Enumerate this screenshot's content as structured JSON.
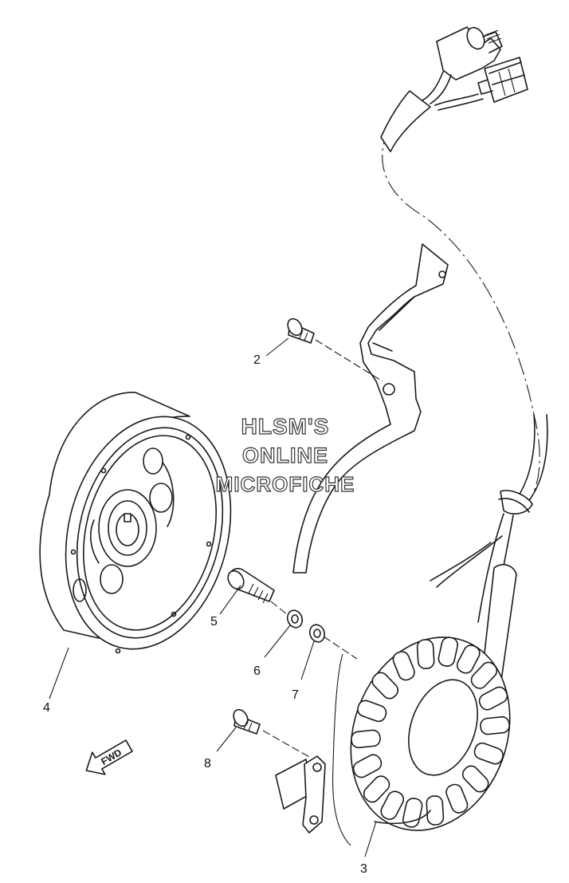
{
  "callouts": [
    {
      "id": "2",
      "text": "2"
    },
    {
      "id": "3",
      "text": "3"
    },
    {
      "id": "4",
      "text": "4"
    },
    {
      "id": "5",
      "text": "5"
    },
    {
      "id": "6",
      "text": "6"
    },
    {
      "id": "7",
      "text": "7"
    },
    {
      "id": "8",
      "text": "8"
    }
  ],
  "watermark": {
    "line1": "HLSM'S",
    "line2": "ONLINE",
    "line3": "MICROFICHE"
  },
  "direction_arrow": {
    "label": "FWD",
    "icon": "fwd-arrow-icon"
  },
  "colors": {
    "line": "#1a1a1a",
    "background": "#ffffff"
  }
}
